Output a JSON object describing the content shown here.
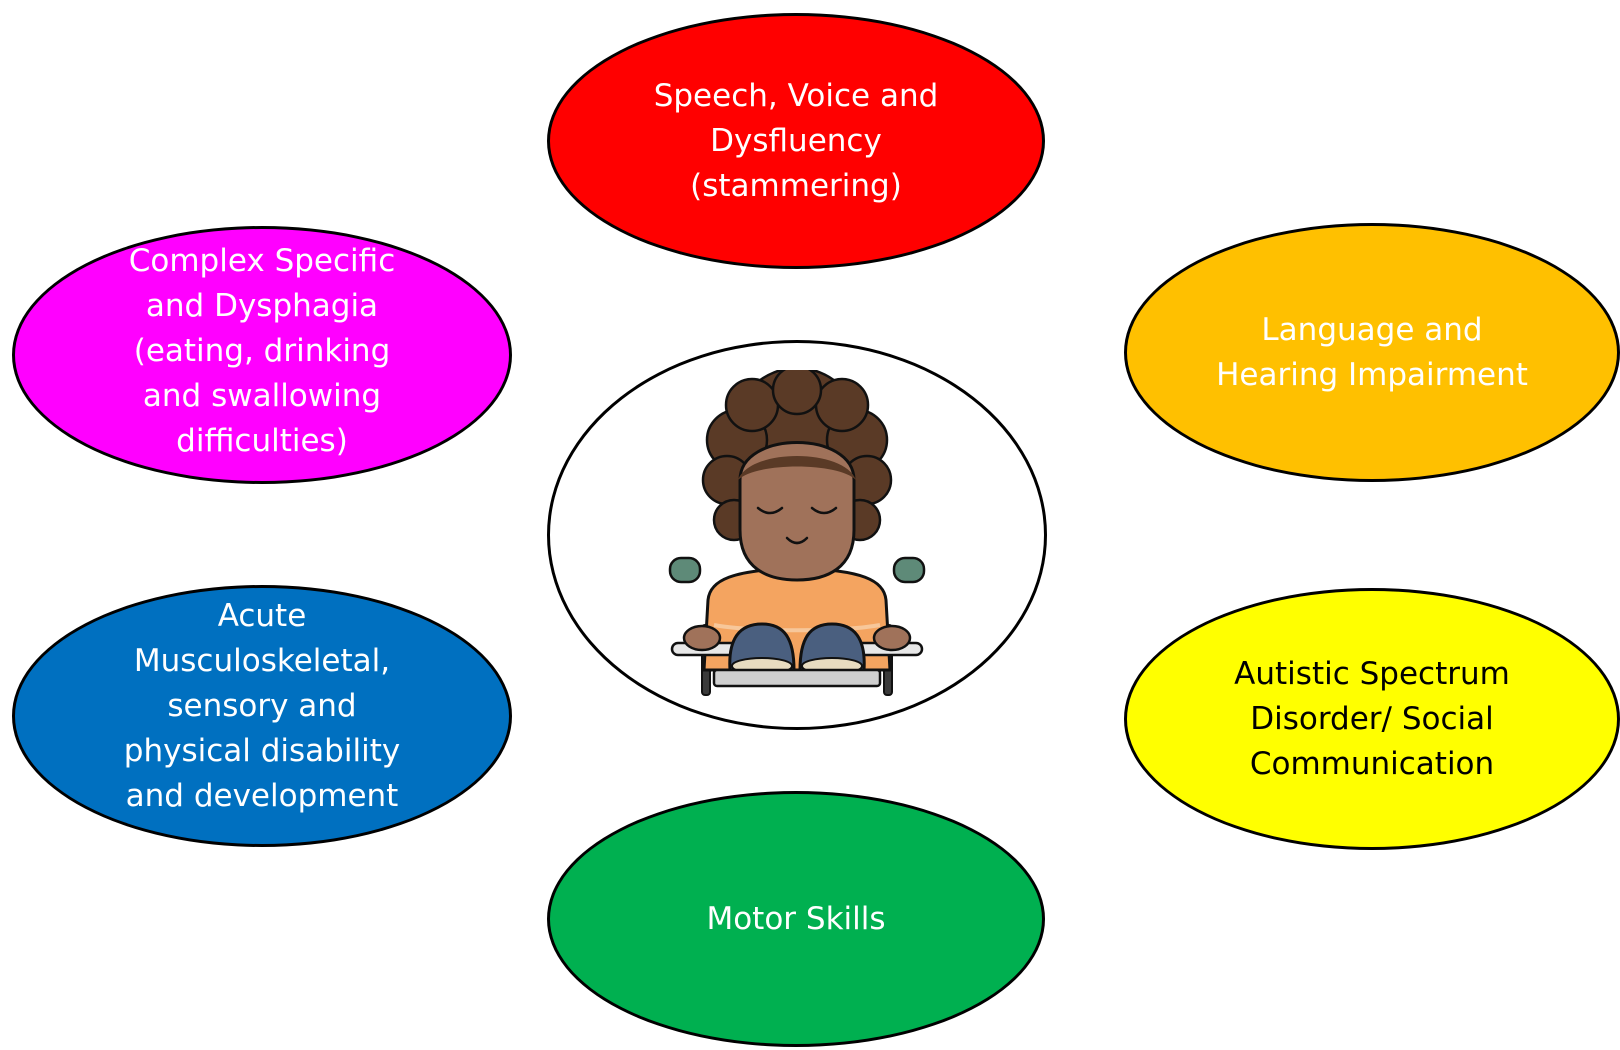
{
  "diagram": {
    "ovals": [
      {
        "id": "speech",
        "label": "Speech, Voice and\nDysfluency\n(stammering)",
        "fill": "#FF0000",
        "text_color": "#FFFFFF"
      },
      {
        "id": "complex",
        "label": "Complex Specific\nand Dysphagia\n(eating, drinking\nand swallowing\ndifficulties)",
        "fill": "#FF00FF",
        "text_color": "#FFFFFF"
      },
      {
        "id": "language",
        "label": "Language and\nHearing Impairment",
        "fill": "#FFC000",
        "text_color": "#FFFFFF"
      },
      {
        "id": "acute",
        "label": "Acute\nMusculoskeletal,\nsensory and\nphysical disability\nand development",
        "fill": "#0070C0",
        "text_color": "#FFFFFF"
      },
      {
        "id": "autistic",
        "label": "Autistic Spectrum\nDisorder/ Social\nCommunication",
        "fill": "#FFFF00",
        "text_color": "#000000"
      },
      {
        "id": "motor",
        "label": "Motor Skills",
        "fill": "#00B050",
        "text_color": "#FFFFFF"
      }
    ],
    "center": {
      "image": "child-in-wheelchair-illustration",
      "fill": "#FFFFFF"
    }
  }
}
